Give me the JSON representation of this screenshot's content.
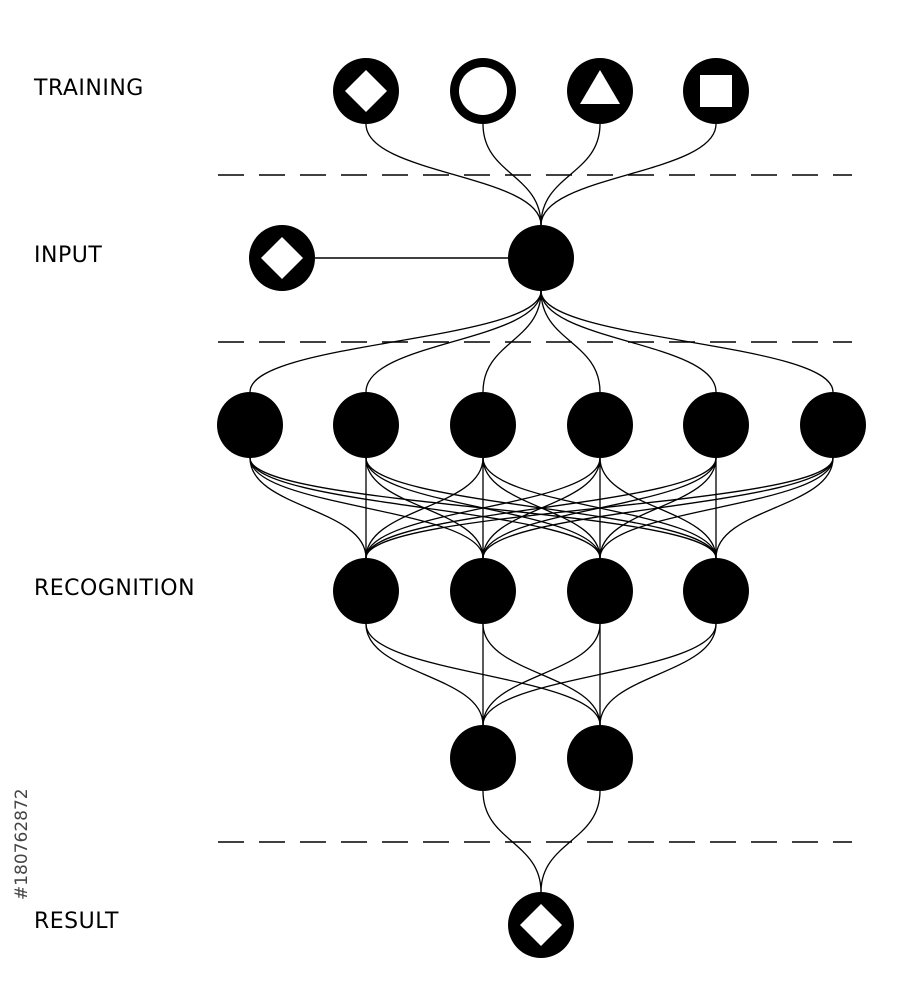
{
  "labels": {
    "training": "TRAINING",
    "input": "INPUT",
    "recognition": "RECOGNITION",
    "result": "RESULT"
  },
  "watermark": "#180762872",
  "colors": {
    "ink": "#000000",
    "paper": "#ffffff"
  },
  "training_symbols": [
    "diamond",
    "circle",
    "triangle",
    "square"
  ],
  "input_symbol": "diamond",
  "result_symbol": "diamond",
  "hidden_layers": [
    6,
    4,
    2
  ]
}
